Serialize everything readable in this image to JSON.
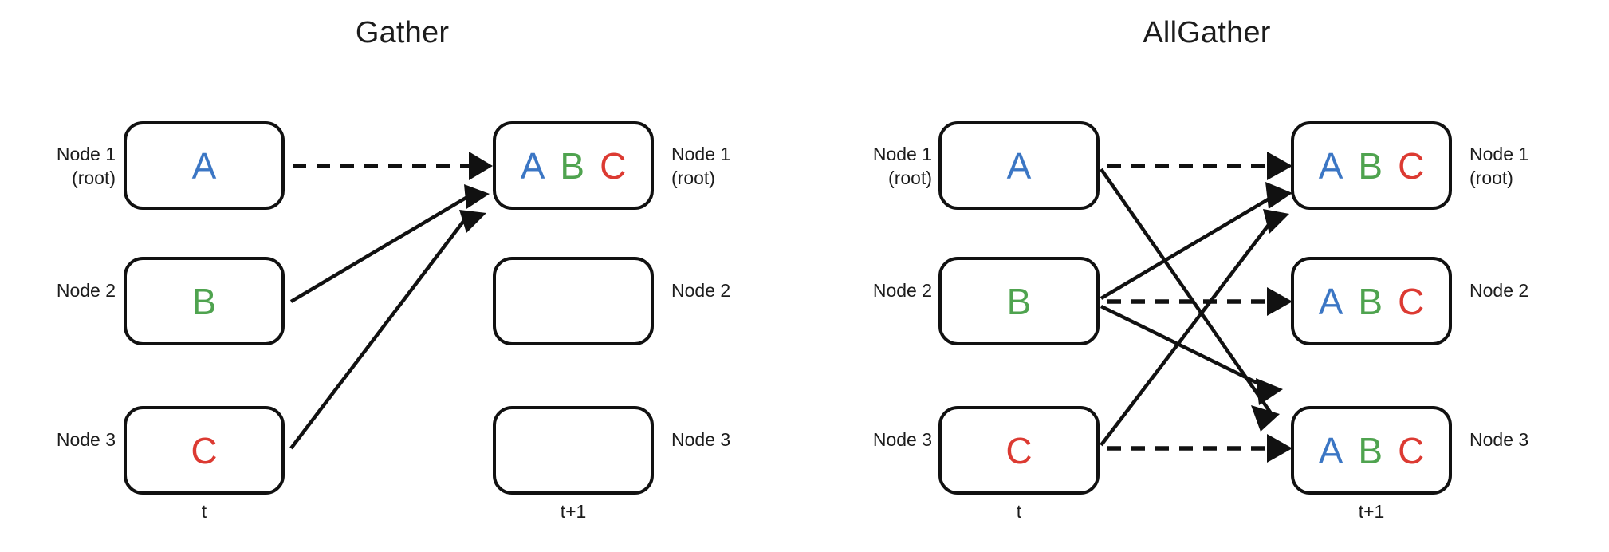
{
  "figure": {
    "type": "diagram",
    "subject": "Collective communication primitives: Gather vs AllGather",
    "colors": {
      "blue": "#3b76c4",
      "green": "#4fa34f",
      "red": "#dc3a32",
      "stroke": "#111111",
      "text": "#1c1c1c",
      "background": "#ffffff"
    }
  },
  "panels": [
    {
      "id": "gather",
      "title": "Gather",
      "time_before": "t",
      "time_after": "t+1",
      "before": {
        "nodes": [
          {
            "label": "Node 1\n(root)",
            "contents": [
              "A"
            ]
          },
          {
            "label": "Node 2",
            "contents": [
              "B"
            ]
          },
          {
            "label": "Node 3",
            "contents": [
              "C"
            ]
          }
        ]
      },
      "after": {
        "nodes": [
          {
            "label": "Node 1\n(root)",
            "contents": [
              "A",
              "B",
              "C"
            ]
          },
          {
            "label": "Node 2",
            "contents": []
          },
          {
            "label": "Node 3",
            "contents": []
          }
        ]
      },
      "edges": [
        {
          "from": "Node 1",
          "to": "Node 1",
          "style": "dashed"
        },
        {
          "from": "Node 2",
          "to": "Node 1",
          "style": "solid"
        },
        {
          "from": "Node 3",
          "to": "Node 1",
          "style": "solid"
        }
      ]
    },
    {
      "id": "allgather",
      "title": "AllGather",
      "time_before": "t",
      "time_after": "t+1",
      "before": {
        "nodes": [
          {
            "label": "Node 1\n(root)",
            "contents": [
              "A"
            ]
          },
          {
            "label": "Node 2",
            "contents": [
              "B"
            ]
          },
          {
            "label": "Node 3",
            "contents": [
              "C"
            ]
          }
        ]
      },
      "after": {
        "nodes": [
          {
            "label": "Node 1\n(root)",
            "contents": [
              "A",
              "B",
              "C"
            ]
          },
          {
            "label": "Node 2",
            "contents": [
              "A",
              "B",
              "C"
            ]
          },
          {
            "label": "Node 3",
            "contents": [
              "A",
              "B",
              "C"
            ]
          }
        ]
      },
      "edges": [
        {
          "from": "Node 1",
          "to": "Node 1",
          "style": "dashed"
        },
        {
          "from": "Node 1",
          "to": "Node 3",
          "style": "solid"
        },
        {
          "from": "Node 2",
          "to": "Node 1",
          "style": "solid"
        },
        {
          "from": "Node 2",
          "to": "Node 2",
          "style": "dashed"
        },
        {
          "from": "Node 2",
          "to": "Node 3",
          "style": "solid"
        },
        {
          "from": "Node 3",
          "to": "Node 1",
          "style": "solid"
        },
        {
          "from": "Node 3",
          "to": "Node 3",
          "style": "dashed"
        }
      ]
    }
  ]
}
